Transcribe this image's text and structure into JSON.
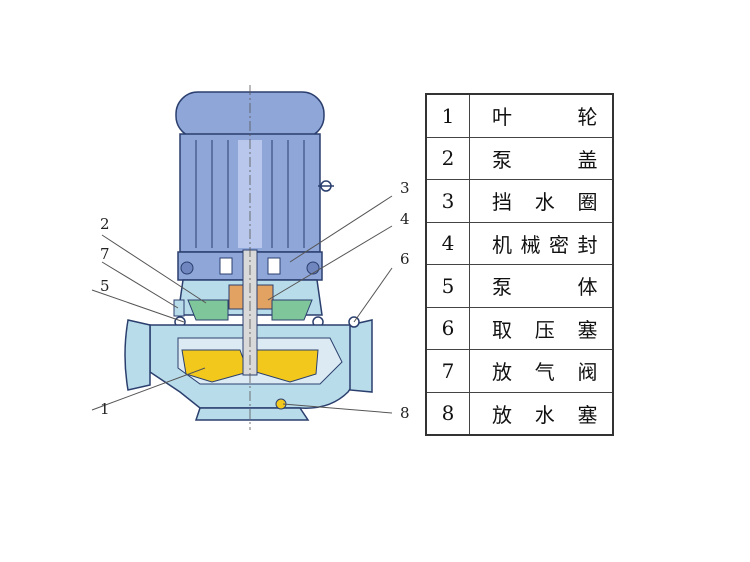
{
  "callouts": [
    "1",
    "2",
    "3",
    "4",
    "5",
    "6",
    "7",
    "8"
  ],
  "legend": [
    {
      "num": "1",
      "name": "叶　　轮"
    },
    {
      "num": "2",
      "name": "泵　　盖"
    },
    {
      "num": "3",
      "name": "挡水圈"
    },
    {
      "num": "4",
      "name": "机械密封"
    },
    {
      "num": "5",
      "name": "泵　　体"
    },
    {
      "num": "6",
      "name": "取压塞"
    },
    {
      "num": "7",
      "name": "放气阀"
    },
    {
      "num": "8",
      "name": "放水塞"
    }
  ],
  "colors": {
    "motor": "#8fa6d9",
    "pump_body": "#b9dcea",
    "impeller": "#f2c81d",
    "seal": "#e2a262",
    "cover": "#7fc79a",
    "outline": "#2b3f6e"
  }
}
